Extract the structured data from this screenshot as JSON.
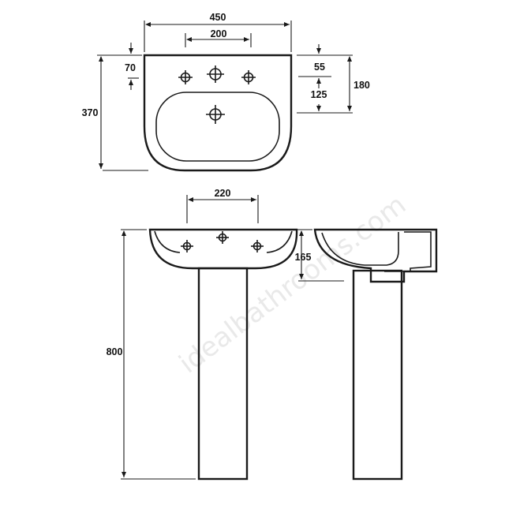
{
  "watermark": "idealbathrooms.com",
  "plan_view": {
    "width_overall": "450",
    "tap_hole_spacing": "200",
    "depth_overall": "370",
    "tap_hole_inset": "70",
    "rim_to_tap": "55",
    "rim_depth": "180",
    "tap_to_bowl": "125"
  },
  "front_view": {
    "outer_tap_spacing": "220",
    "height_overall": "800"
  },
  "side_view": {
    "basin_height": "165"
  },
  "colors": {
    "line": "#1a1a1a",
    "background": "#ffffff"
  }
}
